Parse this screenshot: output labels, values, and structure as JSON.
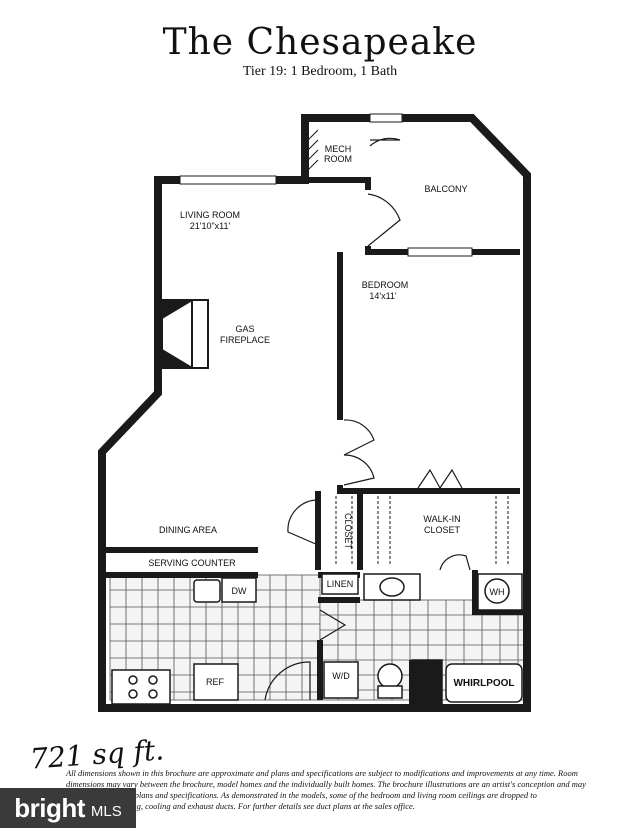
{
  "header": {
    "title": "The Chesapeake",
    "subtitle": "Tier 19: 1 Bedroom, 1 Bath"
  },
  "rooms": {
    "mech": [
      "MECH",
      "ROOM"
    ],
    "balcony": "BALCONY",
    "living_room": "LIVING ROOM",
    "living_room_dims": "21'10\"x11'",
    "bedroom": "BEDROOM",
    "bedroom_dims": "14'x11'",
    "fireplace": [
      "GAS",
      "FIREPLACE"
    ],
    "dining": "DINING AREA",
    "closet": "CLOSET",
    "walkin": [
      "WALK-IN",
      "CLOSET"
    ],
    "serving_counter": "SERVING COUNTER",
    "dw": "DW",
    "linen": "LINEN",
    "wh": "WH",
    "ref": "REF",
    "wd": "W/D",
    "whirlpool": "WHIRLPOOL"
  },
  "handwritten": "721 sq ft.",
  "disclaimer": "All dimensions shown in this brochure are approximate and plans and specifications are subject to modifications and improvements at any time. Room dimensions may vary between the brochure, model homes and the individually built homes. The brochure illustrations are an artist's conception and may vary in details from plans and specifications. As demonstrated in the models, some of the bedroom and living room ceilings are dropped to accommodate heating, cooling and exhaust ducts. For further details see duct plans at the sales office.",
  "brand": {
    "name": "bright",
    "suffix": "MLS"
  },
  "colors": {
    "wall": "#1a1a1a",
    "brand_bg": "#3a3a3a"
  }
}
